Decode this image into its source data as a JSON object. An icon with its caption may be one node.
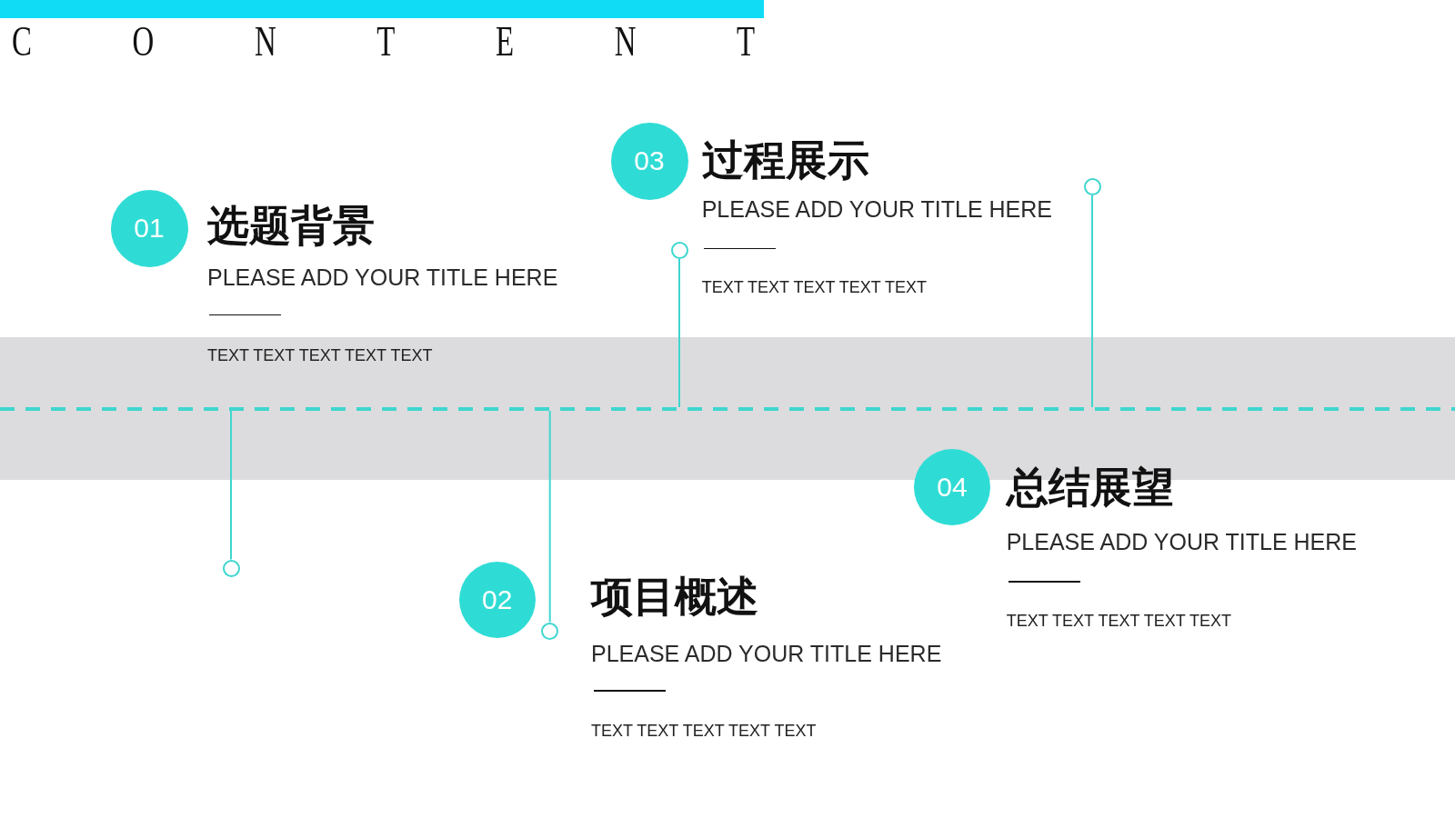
{
  "diagram": {
    "title": "CONTENT",
    "nodes": [
      {
        "text": [
          "01"
        ],
        "beside": [
          "选题背景",
          "PLEASE ADD YOUR TITLE HERE"
        ]
      },
      {
        "text": [
          "02"
        ],
        "beside": [
          "项目概述",
          "PLEASE ADD YOUR TITLE HERE"
        ]
      },
      {
        "text": [
          "03"
        ],
        "beside": [
          "过程展示",
          "PLEASE ADD YOUR TITLE HERE"
        ]
      },
      {
        "text": [
          "04"
        ],
        "beside": [
          "总结展望",
          "PLEASE ADD YOUR TITLE HERE"
        ]
      },
      {
        "text": [],
        "shape": "line"
      },
      {
        "text": [],
        "shape": "circle"
      },
      {
        "text": [],
        "shape": "circle"
      },
      {
        "text": [],
        "shape": "circle"
      },
      {
        "text": [],
        "shape": "circle"
      }
    ],
    "edges": [
      {
        "from": 4,
        "to": 5,
        "arrow": "none"
      },
      {
        "from": 4,
        "to": 6,
        "arrow": "none"
      },
      {
        "from": 4,
        "to": 7,
        "arrow": "none"
      },
      {
        "from": 4,
        "to": 8,
        "arrow": "none"
      }
    ],
    "labels": [
      "TEXT TEXT TEXT TEXT TEXT",
      "TEXT TEXT TEXT TEXT TEXT",
      "TEXT TEXT TEXT TEXT TEXT",
      "TEXT TEXT TEXT TEXT TEXT"
    ]
  }
}
